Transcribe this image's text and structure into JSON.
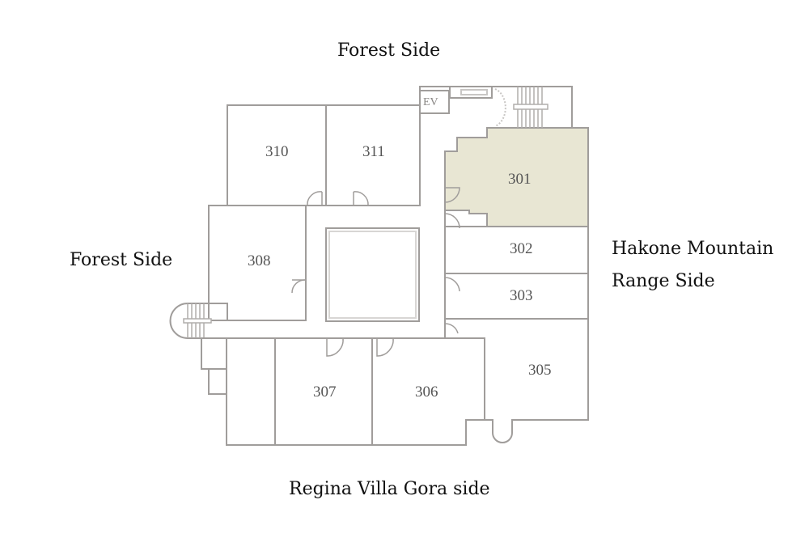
{
  "directions": {
    "top": "Forest Side",
    "left": "Forest Side",
    "right_line1": "Hakone Mountain",
    "right_line2": "Range Side",
    "bottom": "Regina Villa Gora side"
  },
  "elevator_label": "EV",
  "colors": {
    "wall": "#a09d9b",
    "highlight_fill": "#e8e6d3",
    "background": "#ffffff"
  },
  "rooms": [
    {
      "id": "301",
      "label": "301",
      "highlighted": true
    },
    {
      "id": "302",
      "label": "302",
      "highlighted": false
    },
    {
      "id": "303",
      "label": "303",
      "highlighted": false
    },
    {
      "id": "305",
      "label": "305",
      "highlighted": false
    },
    {
      "id": "306",
      "label": "306",
      "highlighted": false
    },
    {
      "id": "307",
      "label": "307",
      "highlighted": false
    },
    {
      "id": "308",
      "label": "308",
      "highlighted": false
    },
    {
      "id": "310",
      "label": "310",
      "highlighted": false
    },
    {
      "id": "311",
      "label": "311",
      "highlighted": false
    }
  ]
}
